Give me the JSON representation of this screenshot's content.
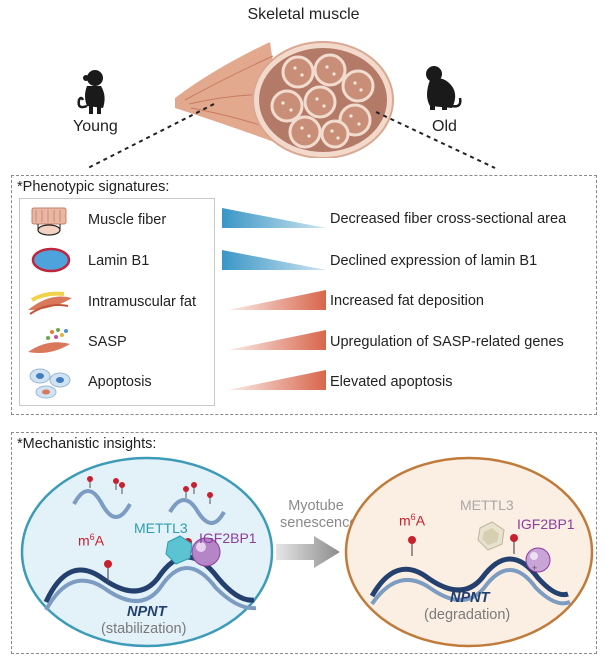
{
  "header": {
    "title": "Skeletal muscle",
    "young_label": "Young",
    "old_label": "Old"
  },
  "phenotypes": {
    "title": "*Phenotypic signatures:",
    "rows": [
      {
        "label": "Muscle fiber",
        "effect": "Decreased fiber cross-sectional area",
        "trend": "decrease",
        "color": "#3a96c6"
      },
      {
        "label": "Lamin B1",
        "effect": "Declined expression of lamin B1",
        "trend": "decrease",
        "color": "#3a96c6"
      },
      {
        "label": "Intramuscular fat",
        "effect": "Increased fat deposition",
        "trend": "increase",
        "color": "#d8664b"
      },
      {
        "label": "SASP",
        "effect": "Upregulation of SASP-related genes",
        "trend": "increase",
        "color": "#d8664b"
      },
      {
        "label": "Apoptosis",
        "effect": "Elevated apoptosis",
        "trend": "increase",
        "color": "#d8664b"
      }
    ]
  },
  "mechanism": {
    "title": "*Mechanistic insights:",
    "young_cell": {
      "m6a": "m",
      "m6a_sup": "6",
      "m6a_end": "A",
      "enzyme": "METTL3",
      "reader": "IGF2BP1",
      "gene": "NPNT",
      "state": "(stabilization)"
    },
    "arrow_label_1": "Myotube",
    "arrow_label_2": "senescence",
    "old_cell": {
      "m6a": "m",
      "m6a_sup": "6",
      "m6a_end": "A",
      "enzyme": "METTL3",
      "reader": "IGF2BP1",
      "gene": "NPNT",
      "state": "(degradation)"
    }
  },
  "colors": {
    "young_cell_border": "#3d9bb8",
    "old_cell_border": "#c07a3a",
    "m6a_red": "#c8202e",
    "mettl3_teal": "#2b9fb0",
    "reader_purple": "#8d3d9c",
    "npnt_navy": "#23406e"
  }
}
